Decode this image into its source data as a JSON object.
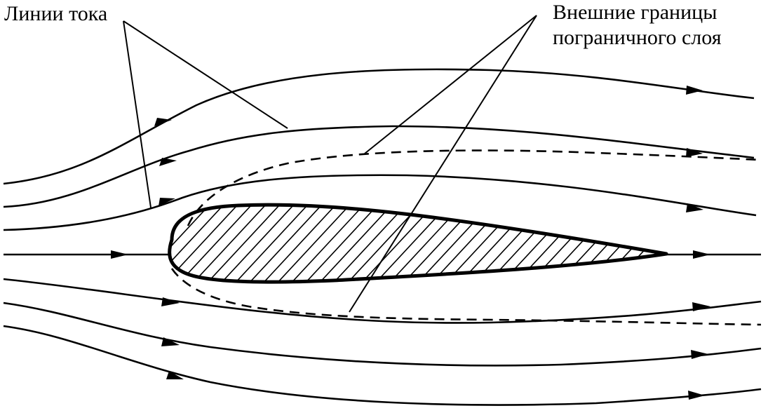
{
  "labels": {
    "streamlines": "Линии тока",
    "boundary_line1": "Внешние границы",
    "boundary_line2": "пограничного слоя"
  },
  "colors": {
    "ink": "#000000",
    "background": "#ffffff"
  }
}
